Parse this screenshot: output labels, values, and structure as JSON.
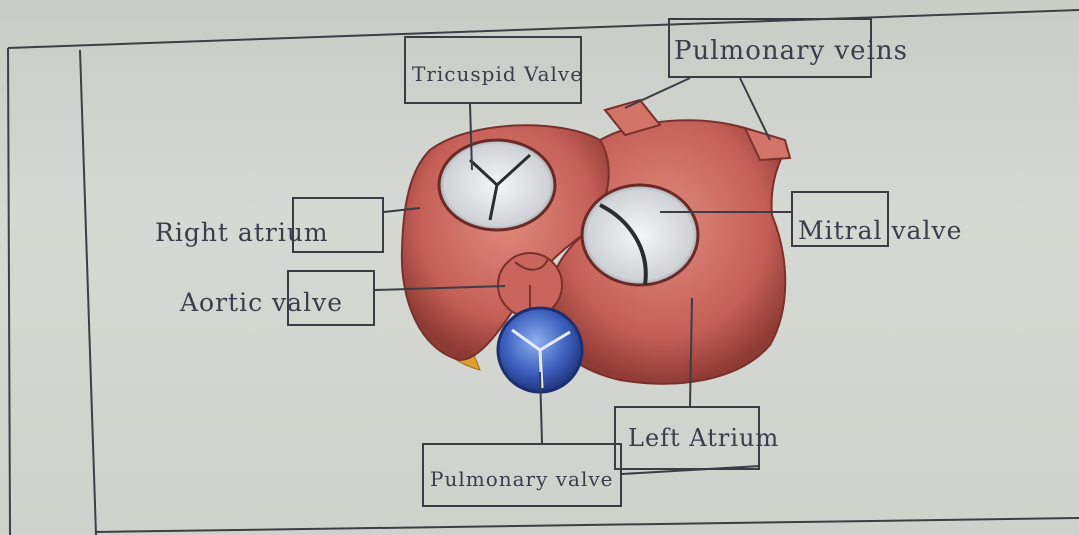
{
  "labels": {
    "tricuspid_valve": "Tricuspid Valve",
    "pulmonary_veins": "Pulmonary veins",
    "right_atrium": "Right atrium",
    "aortic_valve": "Aortic valve",
    "mitral_valve": "Mitral valve",
    "left_atrium": "Left Atrium",
    "pulmonary_valve": "Pulmonary valve"
  },
  "colors": {
    "ink": "#3a3d4a",
    "box_border": "#3b3d44",
    "heart_tissue": "#c9655d",
    "valve_opening": "#e6e8ea",
    "pulmonary_valve_blue": "#3f5fb4",
    "fat": "#d9a030"
  }
}
